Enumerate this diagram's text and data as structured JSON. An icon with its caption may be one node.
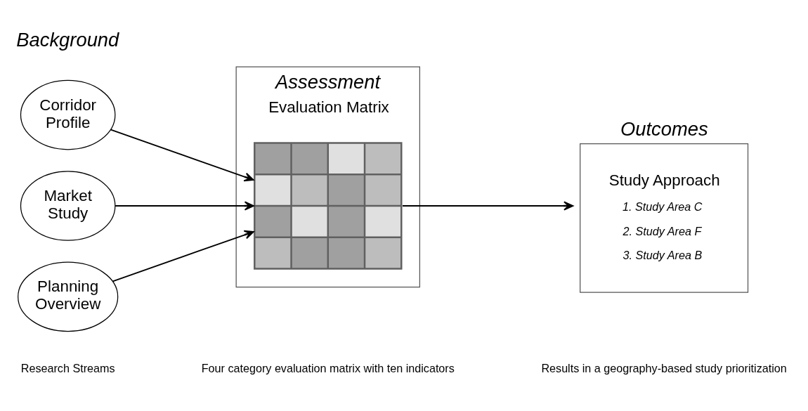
{
  "diagram": {
    "nodes": [
      {
        "text": [
          "Corridor Profile"
        ]
      },
      {
        "text": [
          "Market Study"
        ]
      },
      {
        "text": [
          "Planning Overview"
        ]
      },
      {
        "text": [
          "Assessment",
          "Evaluation Matrix"
        ]
      },
      {
        "text": [],
        "shape": "grid",
        "in": 3
      },
      {
        "text": [
          "Outcomes",
          "Study Approach",
          "1. Study Area C",
          "2. Study Area F",
          "3. Study Area B"
        ]
      }
    ],
    "edges": [
      {
        "from": 0,
        "to": 4,
        "arrow": "to"
      },
      {
        "from": 1,
        "to": 4,
        "arrow": "to"
      },
      {
        "from": 2,
        "to": 4,
        "arrow": "to"
      },
      {
        "from": 4,
        "to": 5,
        "arrow": "to"
      }
    ],
    "labels": [
      "Background",
      "Research Streams",
      "Four category evaluation matrix with ten indicators",
      "Results in a geography-based study prioritization"
    ]
  }
}
